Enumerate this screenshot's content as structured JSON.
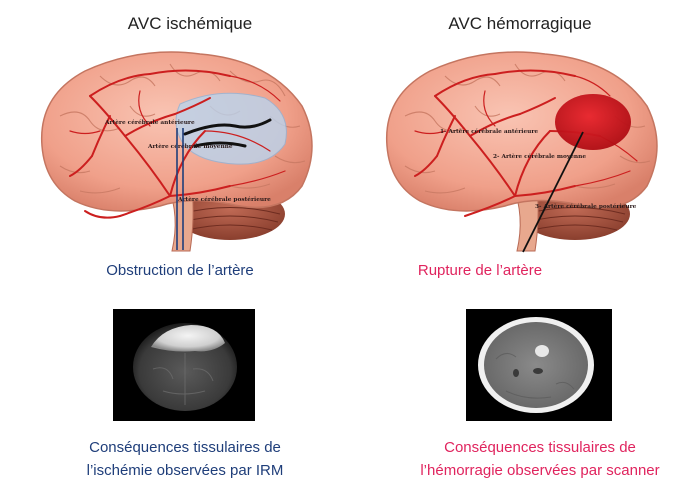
{
  "left_panel": {
    "title": "AVC ischémique",
    "caption": "Obstruction de l’artère",
    "consequence_line1": "Conséquences tissulaires de",
    "consequence_line2": "l’ischémie observées par IRM",
    "brain_labels": [
      "Artère cérébrale antérieure",
      "Artère cérébrale moyenne",
      "Artère cérébrale postérieure"
    ],
    "text_color": "#1f3e7a"
  },
  "right_panel": {
    "title": "AVC hémorragique",
    "caption": "Rupture de l’artère",
    "consequence_line1": "Conséquences tissulaires de",
    "consequence_line2": "l’hémorragie observées par scanner",
    "brain_labels": [
      "1- Artère cérébrale antérieure",
      "2- Artère cérébrale moyenne",
      "3- Artère cérébrale postérieure"
    ],
    "text_color": "#e0245e"
  },
  "colors": {
    "brain": "#f2a48e",
    "artery": "#cc1f1f",
    "ischemia": "#b9d4ee",
    "hemorrhage": "#d4141c"
  }
}
